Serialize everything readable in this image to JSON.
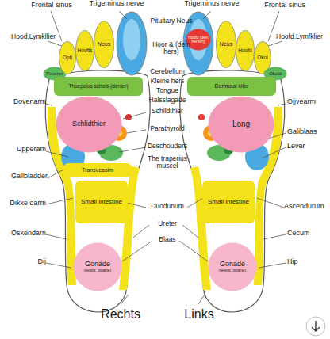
{
  "diagram": {
    "nodes": [
      {
        "text": [
          "Peveres"
        ]
      },
      {
        "text": [
          "Opti"
        ]
      },
      {
        "text": [
          "Hoofts"
        ]
      },
      {
        "text": [
          "Neus"
        ]
      },
      {
        "text": [
          "Hoofd (dein hersen)"
        ]
      },
      {
        "text": [
          "Neus"
        ]
      },
      {
        "text": [
          "Hoofd"
        ]
      },
      {
        "text": [
          "Okoi"
        ]
      },
      {
        "text": [
          "Okoid"
        ]
      },
      {
        "text": [
          "Thoepolus schols-(denier)"
        ]
      },
      {
        "text": [
          "Derimaal kiler"
        ]
      },
      {
        "text": [
          "Schlidthier"
        ]
      },
      {
        "text": [
          "Long"
        ]
      },
      {
        "text": [
          "Transveasim"
        ]
      },
      {
        "text": [
          "Small intestine"
        ]
      },
      {
        "text": [
          "Small intestine"
        ]
      },
      {
        "text": [
          "Gonade",
          "(testis, ovaria)"
        ]
      },
      {
        "text": [
          "Gonade",
          "(testis, ovaria)"
        ]
      }
    ],
    "labels": [
      "Frontal sinus",
      "Trigeminus nerve",
      "Trigeminus nerve",
      "Frontal sinus",
      "Hood,Lymkllier",
      "Pituitary Neus",
      "Hoofd.Lymfklier",
      "Hoor & (dein hers)",
      "Cerebellum",
      "Kleine hers",
      "Tongue",
      "Bovenarm",
      "Halsslagade",
      "Ojjvearm",
      "Schildthier",
      "Parathyrold",
      "Galiblaas",
      "Lever",
      "Upperam",
      "Deschouders",
      "Gallbladder",
      "The traperius muscel",
      "Dikke darm",
      "Duodunum",
      "Ascendurum",
      "Ureter",
      "Oskendarn",
      "Cecum",
      "Blaas",
      "Dij",
      "Hip",
      "Rechts",
      "Links"
    ]
  }
}
